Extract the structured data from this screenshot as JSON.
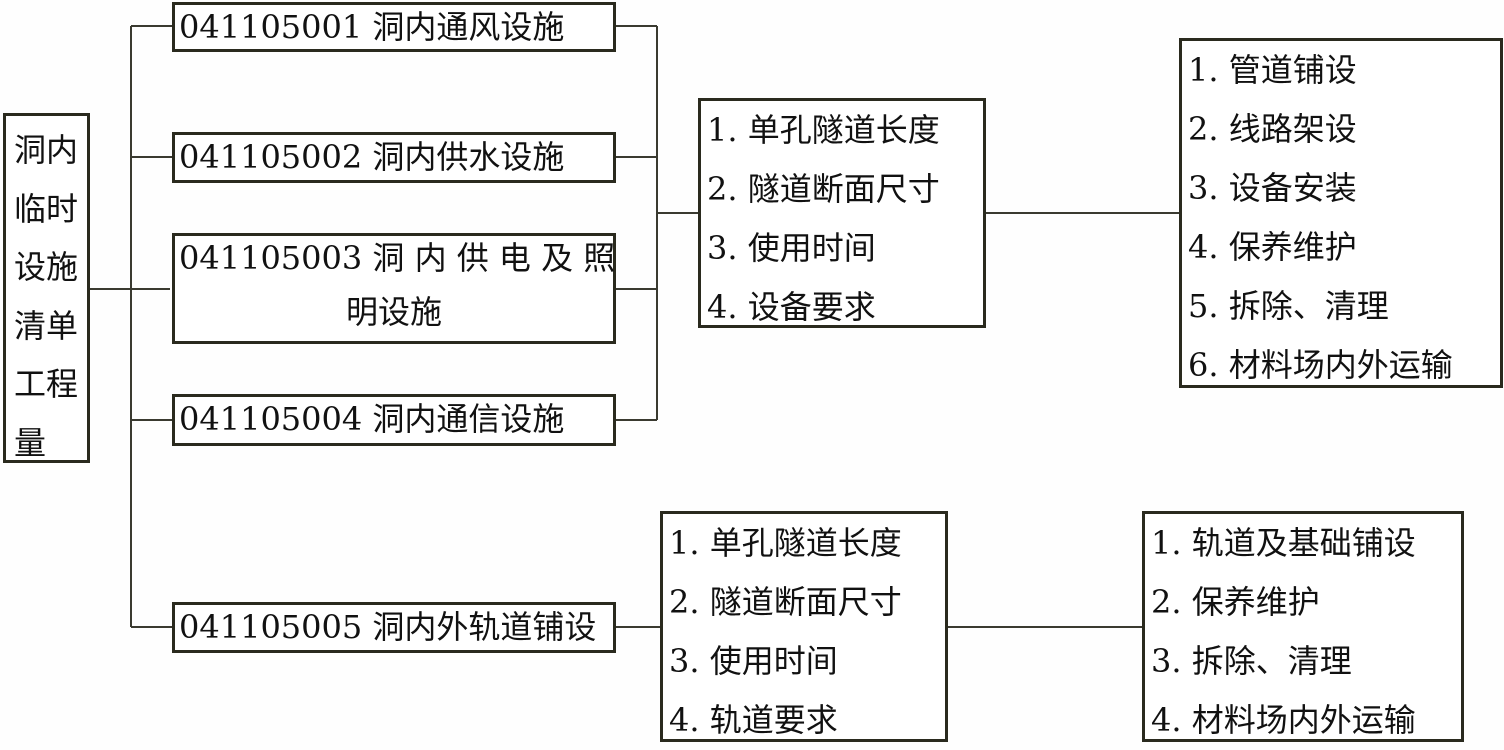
{
  "root": {
    "label": "洞内临时设施清单工程量"
  },
  "items": [
    {
      "code": "041105001",
      "name": "洞内通风设施"
    },
    {
      "code": "041105002",
      "name": "洞内供水设施"
    },
    {
      "code": "041105003",
      "name_line1": "洞 内 供 电 及 照",
      "name_line2": "明设施"
    },
    {
      "code": "041105004",
      "name": "洞内通信设施"
    },
    {
      "code": "041105005",
      "name": "洞内外轨道铺设"
    }
  ],
  "features_group1": [
    "1.  单孔隧道长度",
    "2.  隧道断面尺寸",
    "3.  使用时间",
    "4.  设备要求"
  ],
  "work_group1": [
    "1.  管道铺设",
    "2.  线路架设",
    "3.  设备安装",
    "4.  保养维护",
    "5.  拆除、清理",
    "6.  材料场内外运输"
  ],
  "features_group2": [
    "1.  单孔隧道长度",
    "2.  隧道断面尺寸",
    "3.  使用时间",
    "4.  轨道要求"
  ],
  "work_group2": [
    "1.  轨道及基础铺设",
    "2.  保养维护",
    "3.  拆除、清理",
    "4.  材料场内外运输"
  ]
}
